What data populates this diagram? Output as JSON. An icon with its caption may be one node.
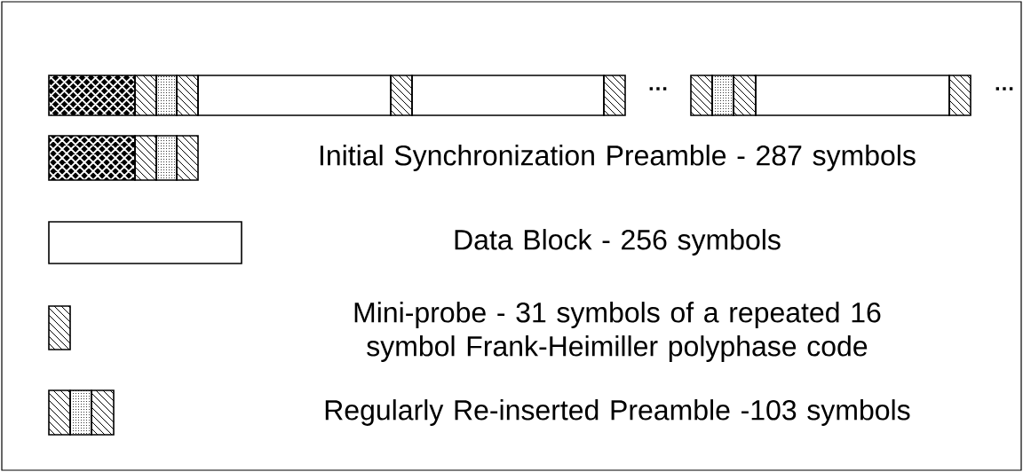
{
  "diagram": {
    "labels": [
      "…",
      "…"
    ],
    "legend": [
      {
        "text": "Initial Synchronization Preamble - 287 symbols"
      },
      {
        "text": "Data Block - 256 symbols"
      },
      {
        "text": "Mini-probe - 31 symbols of a repeated 16 symbol Frank-Heimiller polyphase code"
      },
      {
        "text": "Regularly Re-inserted Preamble -103 symbols"
      }
    ]
  }
}
